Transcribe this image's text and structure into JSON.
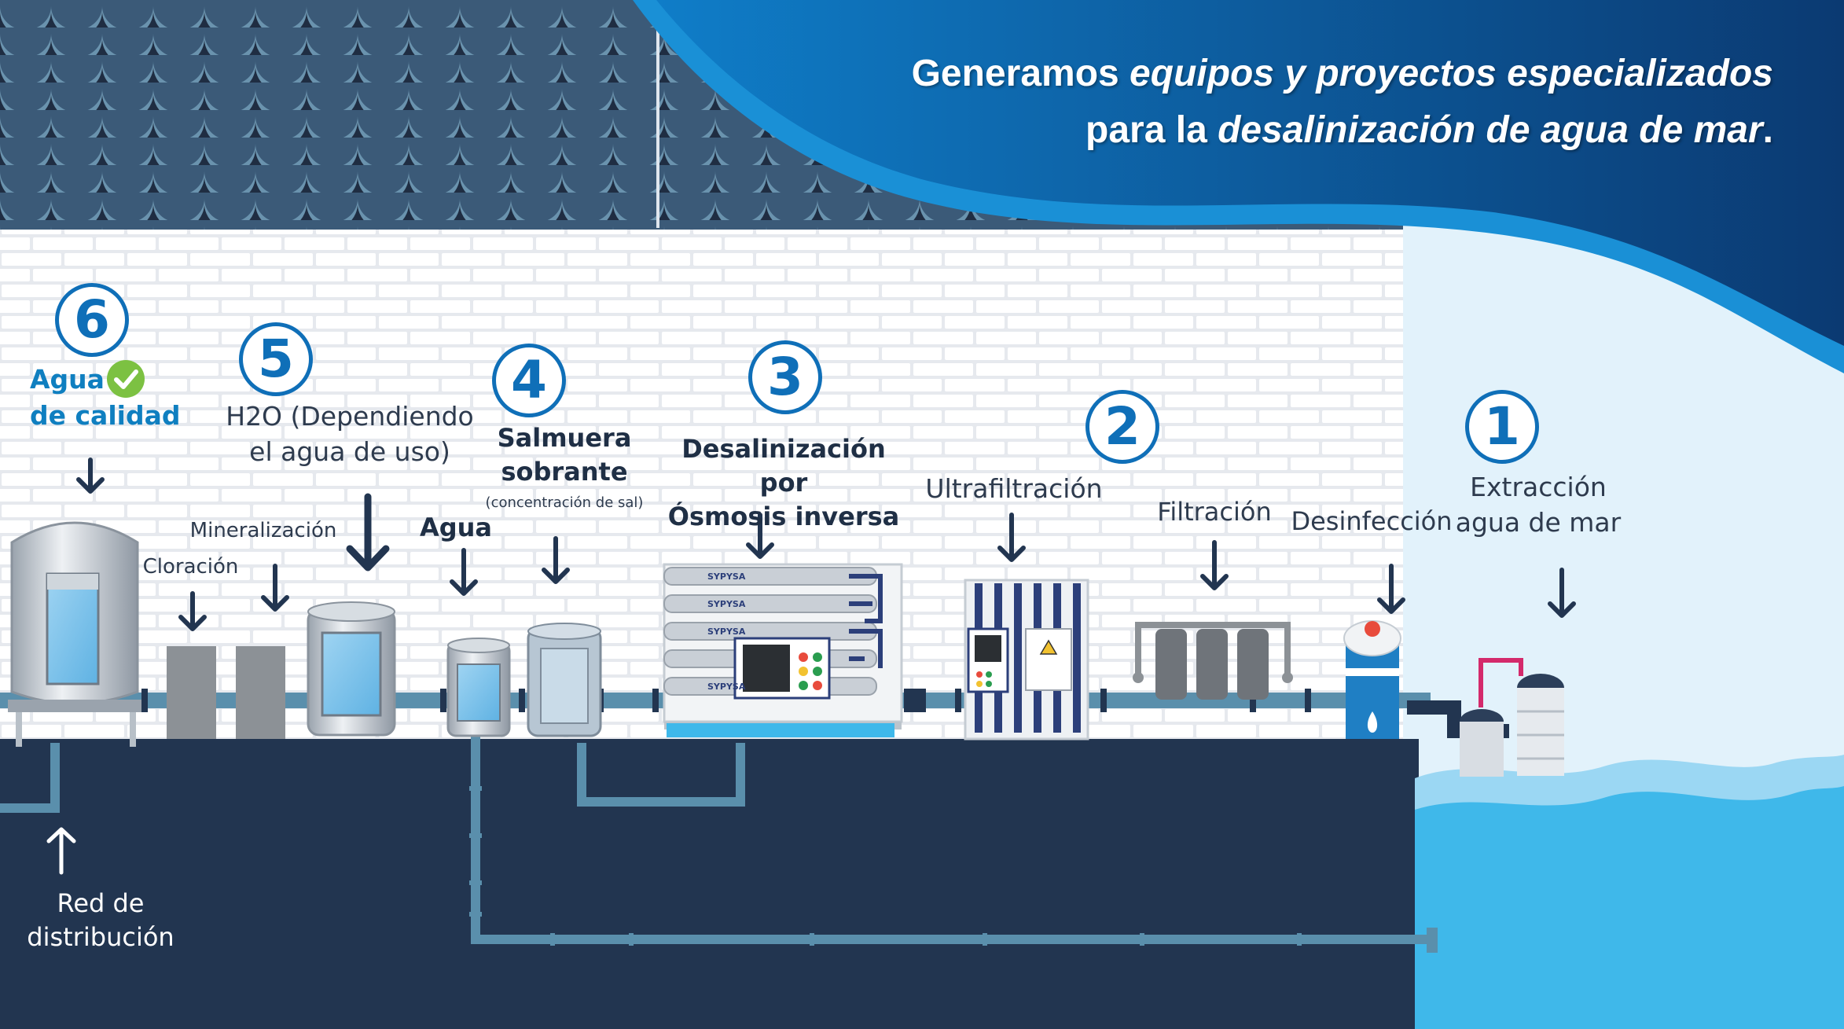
{
  "headline": {
    "p1": "Generamos ",
    "e1": "equipos y proyectos especializados",
    "p2": " para la ",
    "e2": "desalinización de agua de mar",
    "p3": "."
  },
  "steps": [
    {
      "number": "1",
      "label": "Extracción\nagua de mar"
    },
    {
      "number": "2",
      "label": "Ultrafiltración"
    },
    {
      "number": "3",
      "label": "Desalinización por\nÓsmosis inversa"
    },
    {
      "number": "4",
      "label": "Salmuera\nsobrante",
      "sublabel": "(concentración de sal)"
    },
    {
      "number": "5",
      "label": "H2O (Dependiendo\nel agua de uso)"
    },
    {
      "number": "6",
      "label": "Agua\nde calidad"
    }
  ],
  "labels": {
    "filtracion": "Filtración",
    "desinfeccion": "Desinfección",
    "agua": "Agua",
    "mineralizacion": "Mineralización",
    "cloracion": "Cloración",
    "red": "Red de\ndistribución"
  },
  "brand": "SYPYSA",
  "colors": {
    "navy": "#223550",
    "pipe": "#5a8fac",
    "accent": "#0f6fb8",
    "sea": "#3fb8ea",
    "check": "#7cc142"
  },
  "icons": [
    "check-icon",
    "warning-icon",
    "down-arrow-icon",
    "up-arrow-icon"
  ]
}
